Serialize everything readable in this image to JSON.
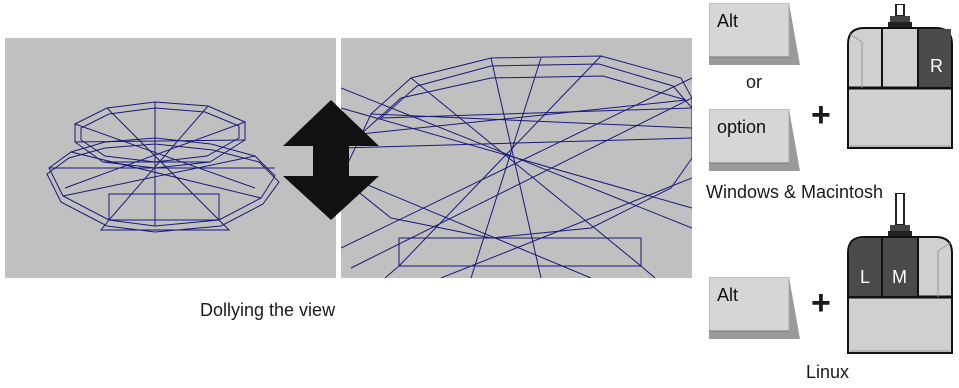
{
  "figure": {
    "dolly_caption": "Dollying the view",
    "or_text": "or",
    "plus_symbol": "+",
    "platforms": {
      "windows_mac": {
        "caption": "Windows & Macintosh",
        "keys": [
          "Alt",
          "option"
        ],
        "mouse_button": "R"
      },
      "linux": {
        "caption": "Linux",
        "keys": [
          "Alt"
        ],
        "mouse_buttons": [
          "L",
          "M"
        ]
      }
    }
  },
  "colors": {
    "viewport_bg": "#c0c0c0",
    "wireframe": "#1a1a7a",
    "pressed_button": "#4a4a4a",
    "key_face": "#d4d4d4"
  }
}
